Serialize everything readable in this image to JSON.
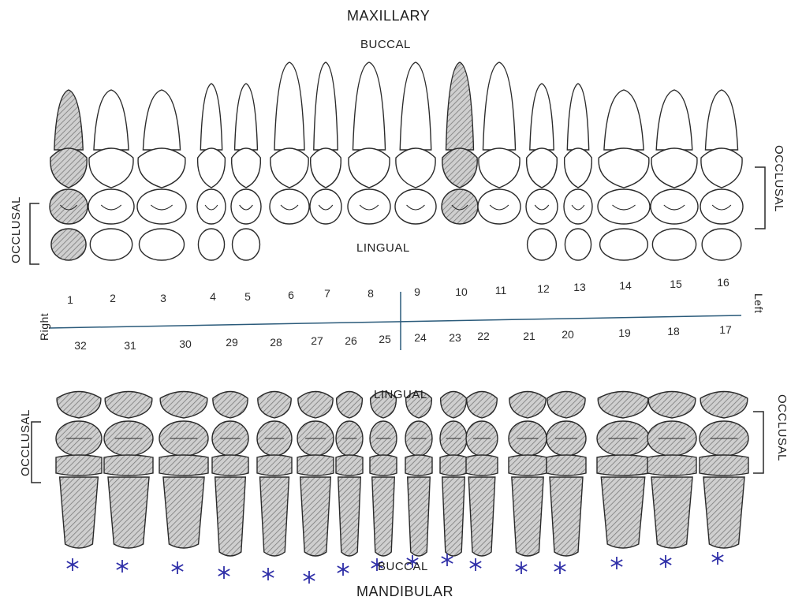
{
  "labels": {
    "maxillary": "MAXILLARY",
    "mandibular": "MANDIBULAR",
    "buccal_top": "BUCCAL",
    "lingual_top": "LINGUAL",
    "lingual_bottom": "LINGUAL",
    "buccal_bottom": "BUCCAL",
    "occlusal": "OCCLUSAL",
    "right": "Right",
    "left": "Left"
  },
  "upper_numbers": [
    "1",
    "2",
    "3",
    "4",
    "5",
    "6",
    "7",
    "8",
    "9",
    "10",
    "11",
    "12",
    "13",
    "14",
    "15",
    "16"
  ],
  "lower_numbers": [
    "32",
    "31",
    "30",
    "29",
    "28",
    "27",
    "26",
    "25",
    "24",
    "23",
    "22",
    "21",
    "20",
    "19",
    "18",
    "17"
  ],
  "upper_shaded": [
    "1",
    "10"
  ],
  "lower_marked": [
    "32",
    "31",
    "30",
    "29",
    "28",
    "27",
    "26",
    "25",
    "24",
    "23",
    "22",
    "21",
    "20",
    "19",
    "18",
    "17"
  ],
  "colors": {
    "ink": "#2a2a2a",
    "shade": "#9a9a9a",
    "mark": "#2f2fa8",
    "paper": "#ffffff"
  }
}
